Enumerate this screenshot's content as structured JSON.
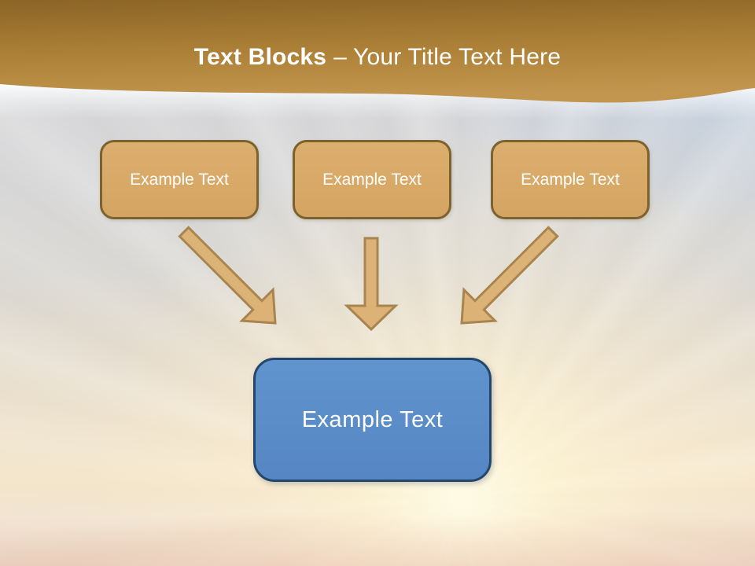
{
  "slide": {
    "header": {
      "title_bold": "Text Blocks",
      "title_regular": "– Your Title Text Here",
      "band_color_top": "#8c6426",
      "band_color_bottom": "#c2964e",
      "text_color": "#ffffff"
    },
    "top_boxes": [
      {
        "label": "Example Text"
      },
      {
        "label": "Example Text"
      },
      {
        "label": "Example Text"
      }
    ],
    "arrows": [
      {
        "icon": "arrow-down-right-icon"
      },
      {
        "icon": "arrow-down-icon"
      },
      {
        "icon": "arrow-down-left-icon"
      }
    ],
    "bottom_box": {
      "label": "Example Text"
    },
    "colors": {
      "top_box_fill": "#d7a765",
      "top_box_border": "#7c622e",
      "arrow_fill": "#dcb277",
      "arrow_border": "#a8854f",
      "bottom_box_fill": "#5d8fca",
      "bottom_box_border": "#24466b",
      "box_text": "#ffffff"
    }
  }
}
